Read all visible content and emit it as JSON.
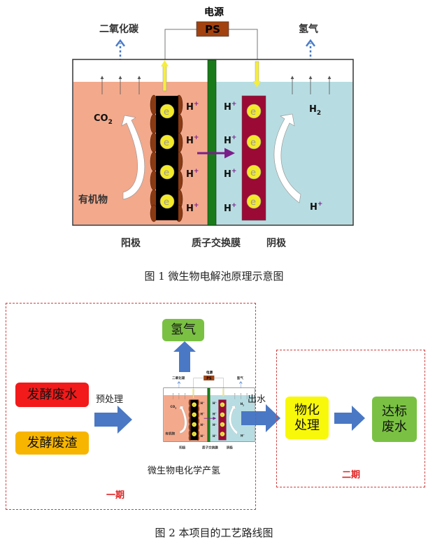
{
  "figure1": {
    "power_label": "电源",
    "ps_label": "PS",
    "co2_gas_label": "二氧化碳",
    "h2_gas_label": "氢气",
    "co2_label": "CO",
    "co2_sub": "2",
    "h2_label": "H",
    "h2_sub": "2",
    "organic_label": "有机物",
    "proton": "H",
    "plus": "+",
    "electron": "e",
    "anode_label": "阳极",
    "membrane_label": "质子交换膜",
    "cathode_label": "阴极",
    "caption": "图 1  微生物电解池原理示意图",
    "colors": {
      "anolyte": "#f3a98c",
      "catholyte": "#b7dde2",
      "membrane": "#1a7a1a",
      "cathode": "#9b0a35",
      "ps": "#a3420f"
    }
  },
  "figure2": {
    "hydrogen_box": "氢气",
    "wastewater_box": "发酵废水",
    "residue_box": "发酵废渣",
    "pretreatment_label": "预处理",
    "effluent_label": "出水",
    "physchem_box": "物化处理",
    "compliant_box": "达标废水",
    "process_label": "微生物电化学产氢",
    "phase1_label": "一期",
    "phase2_label": "二期",
    "caption": "图 2  本项目的工艺路线图"
  }
}
